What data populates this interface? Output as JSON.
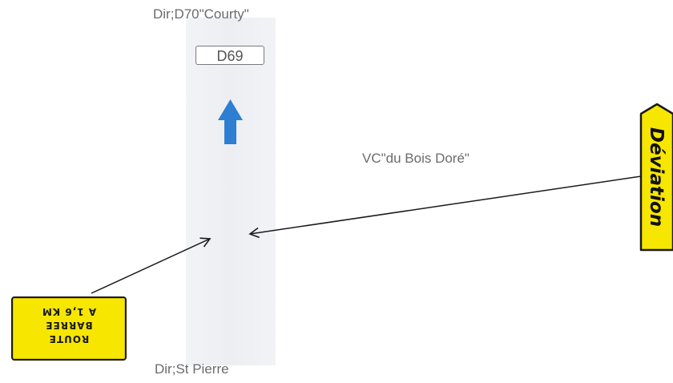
{
  "labels": {
    "top_direction": "Dir;D70\"Courty\"",
    "route_number": "D69",
    "side_road": "VC\"du Bois Doré\"",
    "bottom_direction": "Dir;St Pierre"
  },
  "sign_route_barree": {
    "lines": [
      "ROUTE",
      "BARREE",
      "A 1,6 KM"
    ],
    "color": "#f6e600",
    "orientation": "upside-down"
  },
  "sign_deviation": {
    "text": "Déviation",
    "color": "#f6e600"
  },
  "colors": {
    "road": "#eceef2",
    "direction_arrow": "#2e7fd1",
    "pointer_arrows": "#1a1a1a",
    "label_text": "#6b6b6b"
  }
}
